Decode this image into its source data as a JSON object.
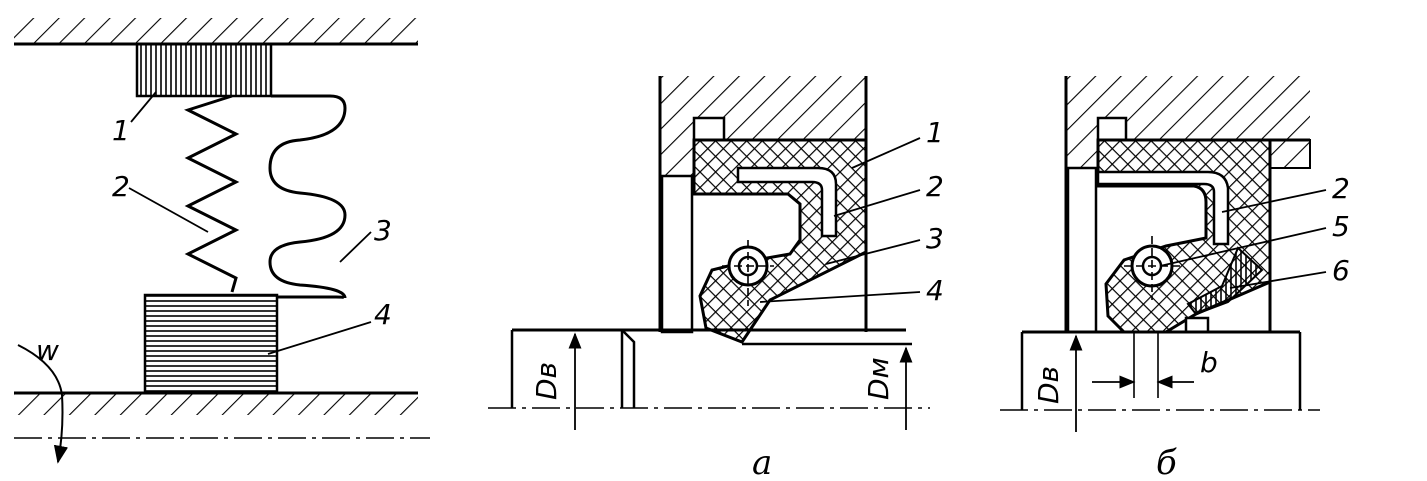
{
  "figure_1": {
    "labels": [
      "1",
      "2",
      "3",
      "4"
    ],
    "rotation": "w"
  },
  "figure_a": {
    "caption": "a",
    "labels": [
      "1",
      "2",
      "3",
      "4"
    ],
    "dim_shaft": "Dв",
    "dim_seal": "Dм"
  },
  "figure_b": {
    "caption": "б",
    "labels": [
      "2",
      "5",
      "6"
    ],
    "dim_shaft": "Dв",
    "dim_width": "b"
  }
}
